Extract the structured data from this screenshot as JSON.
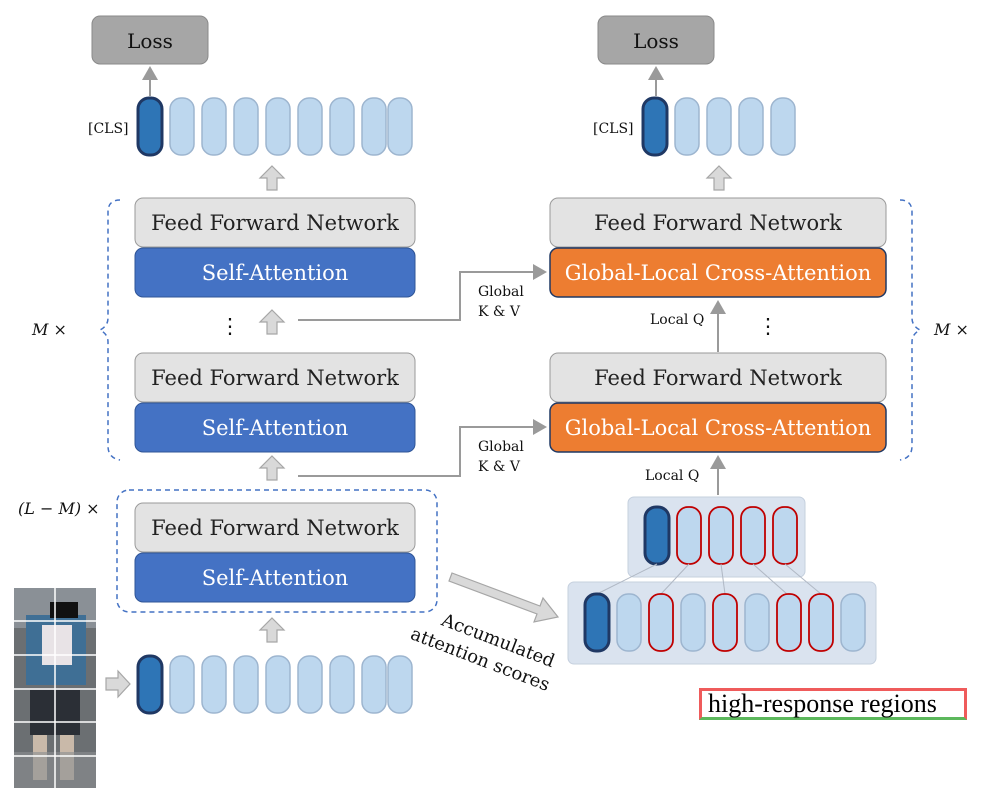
{
  "labels": {
    "loss": "Loss",
    "cls": "[CLS]",
    "ffn": "Feed Forward Network",
    "self_attention": "Self-Attention",
    "cross_attention": "Global-Local Cross-Attention",
    "global_line1": "Global",
    "global_line2": "K & V",
    "local_q": "Local Q",
    "m_times": "M ×",
    "lm_times": "(L − M) ×",
    "accum_line1": "Accumulated",
    "accum_line2": "attention scores",
    "ellipsis": "⋮",
    "high_response": "high-response regions"
  },
  "colors": {
    "self_attention": "#4472c4",
    "cross_attention": "#ed7d31",
    "ffn": "#e3e3e3",
    "token_light": "#bdd7ee",
    "token_dark": "#2e75b6",
    "token_border_dark": "#1f3864",
    "token_selected_border": "#c00000",
    "loss_box": "#a6a6a6",
    "dashed": "#4472c4",
    "panel": "#dae3ef"
  }
}
